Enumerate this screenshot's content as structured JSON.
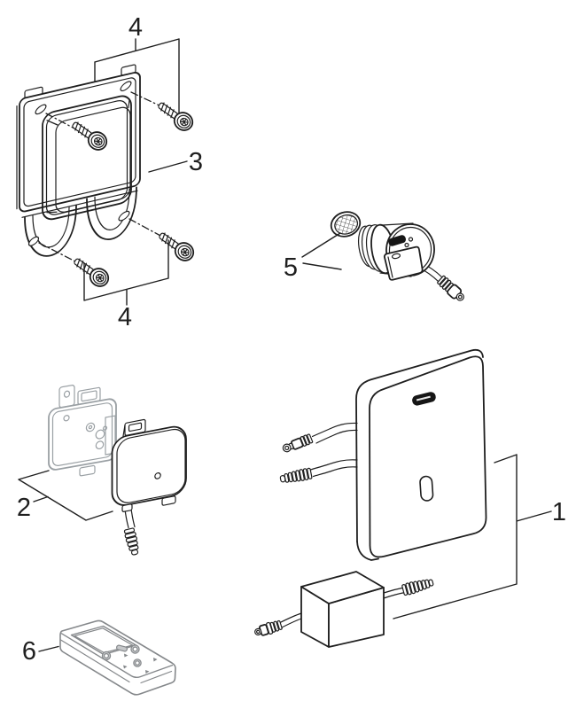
{
  "diagram": {
    "description": "exploded-parts-diagram",
    "colors": {
      "line_art": "#1f1f1f",
      "ghost_lines": "#9aa0a4",
      "remote_lines": "#85888b",
      "background": "#ffffff",
      "dark_fill": "#161616",
      "button_fill": "#c6c8ca"
    },
    "callouts": {
      "screws_top": {
        "label": "4"
      },
      "frame": {
        "label": "3"
      },
      "screws_bottom": {
        "label": "4"
      },
      "valve": {
        "label": "5"
      },
      "electronics": {
        "label": "2"
      },
      "plate": {
        "label": "1"
      },
      "remote": {
        "label": "6"
      }
    }
  }
}
